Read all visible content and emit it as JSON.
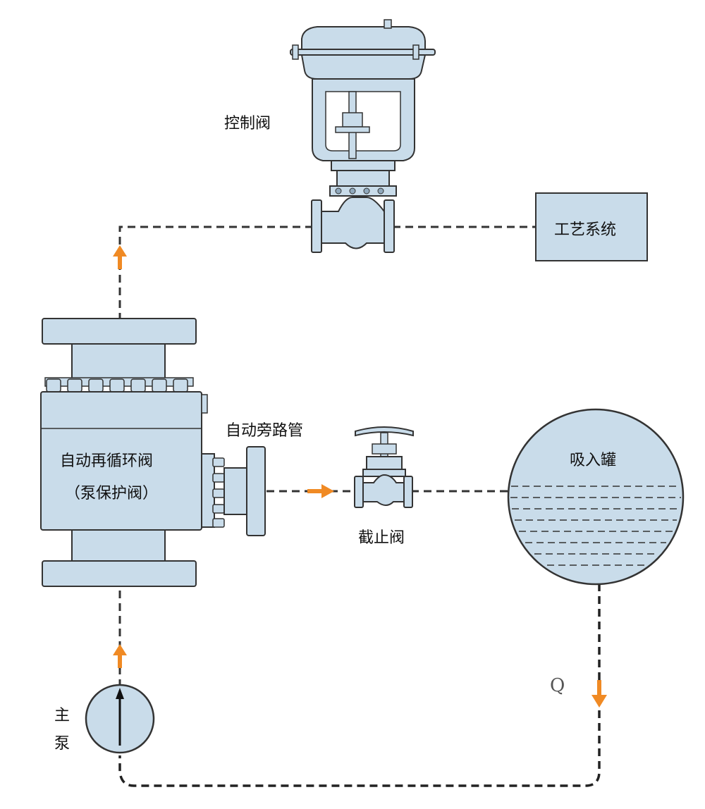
{
  "labels": {
    "control_valve": "控制阀",
    "process_system": "工艺系统",
    "auto_bypass": "自动旁路管",
    "recirc_valve": "自动再循环阀",
    "recirc_valve_sub": "（泵保护阀）",
    "stop_valve": "截止阀",
    "suction_tank": "吸入罐",
    "flow_symbol": "Q",
    "main_pump_1": "主",
    "main_pump_2": "泵"
  },
  "colors": {
    "equipment_fill": "#c9dcea",
    "outline": "#333333",
    "flow_arrow": "#f08a24",
    "background": "#ffffff"
  }
}
